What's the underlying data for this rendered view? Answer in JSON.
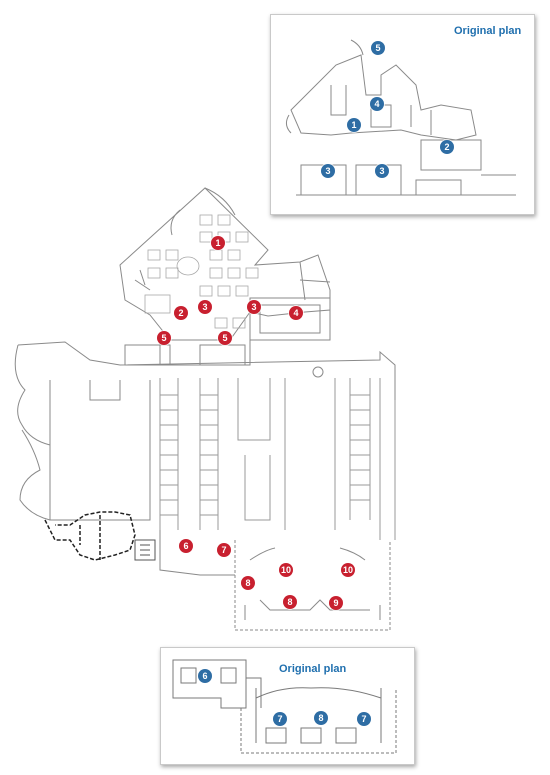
{
  "colors": {
    "new_marker": "#c8202f",
    "original_marker": "#2e6da4",
    "title": "#1f6fae",
    "wall": "#7a7a7a",
    "wall_dark": "#222222"
  },
  "main_plan": {
    "markers": [
      "1",
      "2",
      "3",
      "3",
      "4",
      "5",
      "5",
      "6",
      "7",
      "8",
      "8",
      "9",
      "10",
      "10"
    ]
  },
  "inset_top": {
    "title": "Original plan",
    "markers": [
      "5",
      "4",
      "1",
      "2",
      "3",
      "3"
    ]
  },
  "inset_bottom": {
    "title": "Original plan",
    "markers": [
      "6",
      "7",
      "8",
      "7"
    ]
  }
}
